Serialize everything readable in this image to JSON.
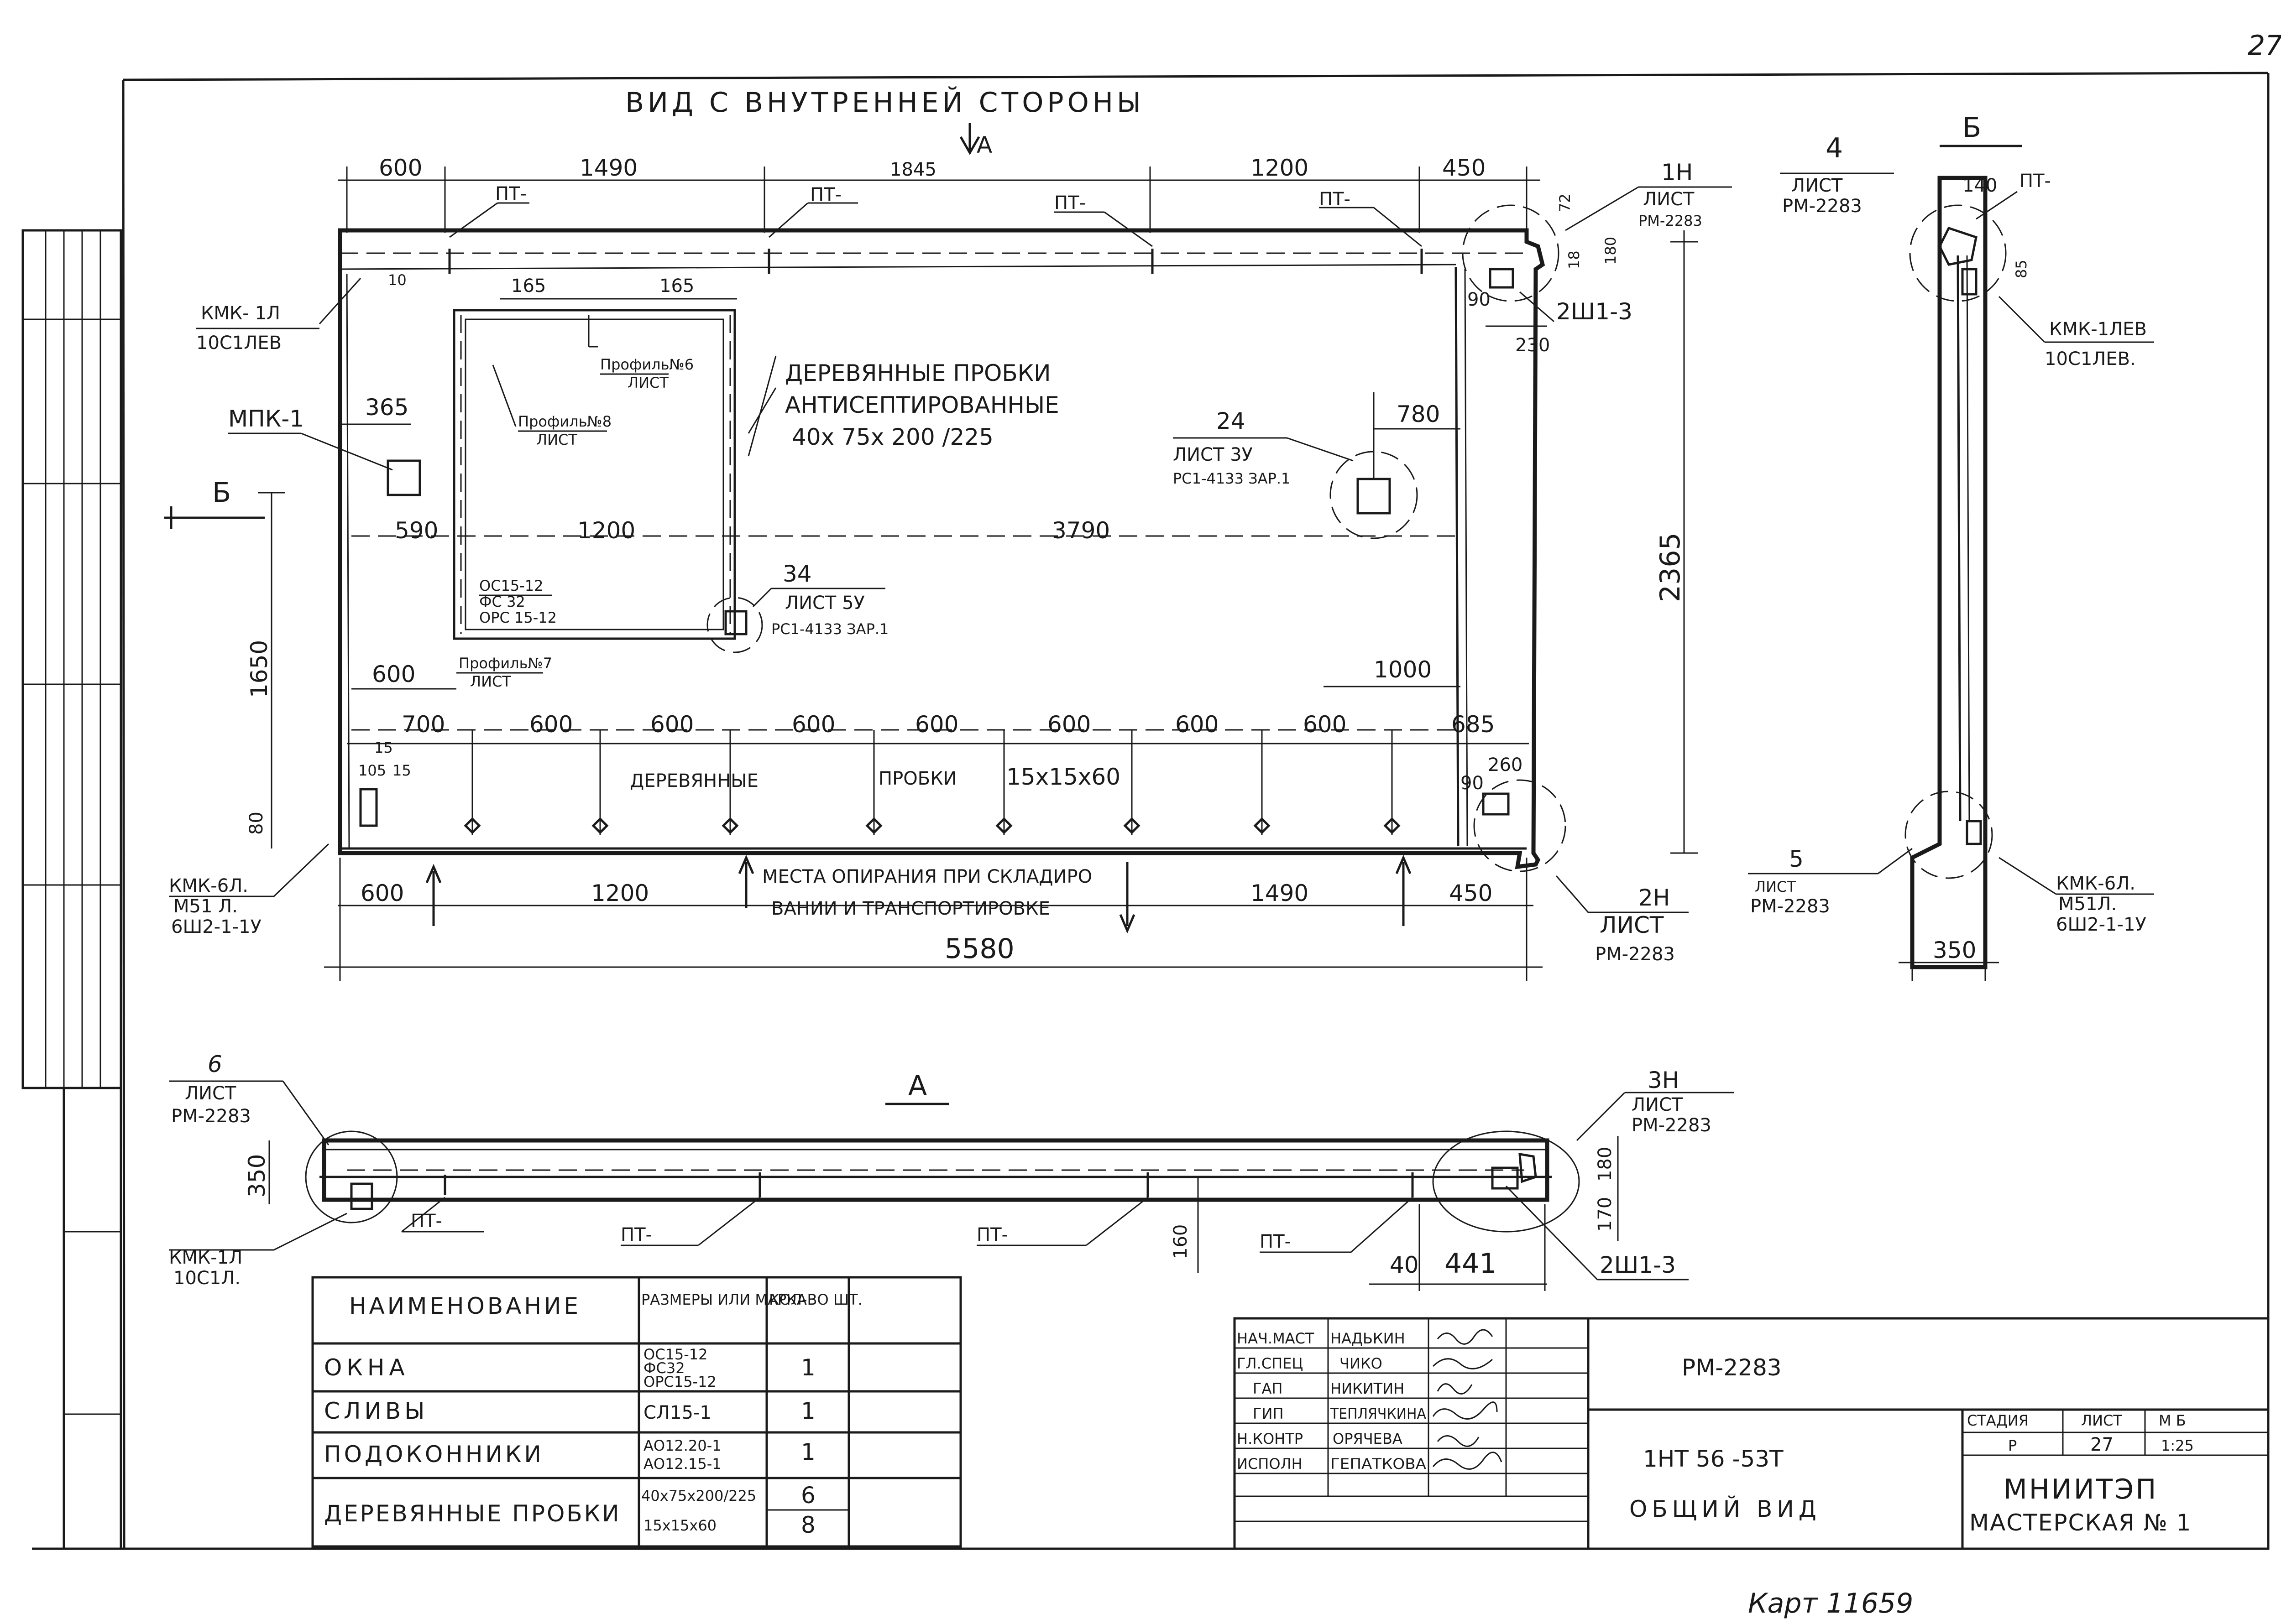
{
  "page_number": "27",
  "main_view": {
    "title": "ВИД С ВНУТРЕННЕЙ СТОРОНЫ",
    "view_arrow_label": "А",
    "top_dims": [
      "600",
      "1490",
      "1845",
      "1200",
      "450"
    ],
    "pt_labels": [
      "ПТ-",
      "ПТ-",
      "ПТ-",
      "ПТ-"
    ],
    "dims_misc": {
      "d165a": "165",
      "d165b": "165",
      "d10": "10",
      "d365": "365",
      "d590": "590",
      "d1200_open": "1200",
      "d3790": "3790",
      "d780": "780",
      "d2365": "2365",
      "d1650": "1650",
      "d600_left": "600",
      "d1000": "1000",
      "d80": "80",
      "d15a": "15",
      "d15b": "15",
      "d105": "105",
      "d260": "260",
      "d90a": "90",
      "d90b": "90",
      "d230": "230",
      "d72": "72",
      "d180": "180",
      "d18": "18"
    },
    "plug_spacing": [
      "700",
      "600",
      "600",
      "600",
      "600",
      "600",
      "600",
      "600",
      "685"
    ],
    "bottom_dims": [
      "600",
      "1200",
      "1490",
      "450"
    ],
    "total_length": "5580",
    "section_mark_left": "Б",
    "labels": {
      "kmk1l_top": "КМК- 1Л",
      "kmk1l_bot": "10С1ЛЕВ",
      "mpk1": "МПК-1",
      "profile6_a": "Профиль№6",
      "profile6_b": "ЛИСТ",
      "profile8_a": "Профиль№8",
      "profile8_b": "ЛИСТ",
      "profile7_a": "Профиль№7",
      "profile7_b": "ЛИСТ",
      "plugs_note_1": "ДЕРЕВЯННЫЕ ПРОБКИ",
      "plugs_note_2": "АНТИСЕПТИРОВАННЫЕ",
      "plugs_note_3": "40х 75х 200 /225",
      "win_marks_1": "ОС15-12",
      "win_marks_2": "ФС 32",
      "win_marks_3": "ОРС 15-12",
      "callout34_num": "34",
      "callout34_sheet": "ЛИСТ 5У",
      "callout34_ref": "РС1-4133 ЗАР.1",
      "callout24_num": "24",
      "callout24_sheet": "ЛИСТ 3У",
      "callout24_ref": "РС1-4133 ЗАР.1",
      "callout1n_num": "1Н",
      "callout1n_sheet": "ЛИСТ",
      "callout1n_ref": "РМ-2283",
      "shsh13_top": "2Ш1-3",
      "small_plugs_1": "ДЕРЕВЯННЫЕ",
      "small_plugs_2": "ПРОБКИ",
      "small_plugs_3": "15х15х60",
      "support_note_1": "МЕСТА ОПИРАНИЯ ПРИ СКЛАДИРО",
      "support_note_2": "ВАНИИ И ТРАНСПОРТИРОВКЕ",
      "kmk6l_1": "КМК-6Л.",
      "kmk6l_2": "М51 Л.",
      "kmk6l_3": "6Ш2-1-1У",
      "callout2n_num": "2Н",
      "callout2n_sheet": "ЛИСТ",
      "callout2n_ref": "РМ-2283"
    }
  },
  "section_b": {
    "title": "Б",
    "callout4_num": "4",
    "callout4_sheet": "ЛИСТ",
    "callout4_ref": "РМ-2283",
    "d140": "140",
    "pt": "ПТ-",
    "d85": "85",
    "kmk1lev_1": "КМК-1ЛЕВ",
    "kmk1lev_2": "10С1ЛЕВ.",
    "callout5_num": "5",
    "callout5_sheet": "ЛИСТ",
    "callout5_ref": "РМ-2283",
    "kmk6l_1": "КМК-6Л.",
    "kmk6l_2": "М51Л.",
    "kmk6l_3": "6Ш2-1-1У",
    "d350": "350"
  },
  "plan_a": {
    "title": "А",
    "callout6_num": "6",
    "callout6_sheet": "ЛИСТ",
    "callout6_ref": "РМ-2283",
    "callout3n_num": "3Н",
    "callout3n_sheet": "ЛИСТ",
    "callout3n_ref": "РМ-2283",
    "d350": "350",
    "d180": "180",
    "d170": "170",
    "d160": "160",
    "d40": "40",
    "d441": "441",
    "shsh13": "2Ш1-3",
    "pt_labels": [
      "ПТ-",
      "ПТ-",
      "ПТ-",
      "ПТ-"
    ],
    "kmk1l_1": "КМК-1Л",
    "kmk1l_2": "10С1Л."
  },
  "spec_table": {
    "headers": [
      "НАИМЕНОВАНИЕ",
      "РАЗМЕРЫ ИЛИ МАРКА",
      "КОЛ-ВО ШТ."
    ],
    "rows": [
      {
        "name": "ОКНА",
        "mark": [
          "ОС15-12",
          "ФС32",
          "ОРС15-12"
        ],
        "qty": "1"
      },
      {
        "name": "СЛИВЫ",
        "mark": [
          "СЛ15-1"
        ],
        "qty": "1"
      },
      {
        "name": "ПОДОКОННИКИ",
        "mark": [
          "АО12.20-1",
          "АО12.15-1"
        ],
        "qty": "1"
      },
      {
        "name": "ДЕРЕВЯННЫЕ ПРОБКИ",
        "mark": [
          "40х75х200/225",
          "15х15х60"
        ],
        "qty": [
          "6",
          "8"
        ]
      }
    ]
  },
  "title_block": {
    "roles": [
      "НАЧ.МАСТ",
      "ГЛ.СПЕЦ",
      "ГАП",
      "ГИП",
      "Н.КОНТР",
      "ИСПОЛН"
    ],
    "names": [
      "НАДЬКИН",
      "ЧИКО",
      "НИКИТИН",
      "ТЕПЛЯЧКИНА",
      "ОРЯЧЕВА",
      "ГЕПАТКОВА"
    ],
    "doc_code": "РМ-2283",
    "item_code": "1НТ 56 -53Т",
    "sheet_title": "ОБЩИЙ ВИД",
    "stage_header": "СТАДИЯ",
    "sheet_header": "ЛИСТ",
    "scale_header": "М Б",
    "stage": "Р",
    "sheet": "27",
    "scale": "1:25",
    "org_1": "МНИИТЭП",
    "org_2": "МАСТЕРСКАЯ № 1"
  },
  "handwritten_note": "Карт 11659"
}
